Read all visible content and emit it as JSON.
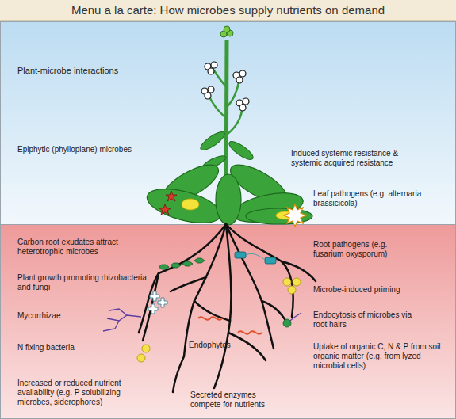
{
  "diagram": {
    "title": "Menu a la carte: How microbes supply nutrients on demand",
    "labels": [
      "Plant-microbe interactions",
      "Epiphytic (phylloplane) microbes",
      "Induced systemic resistance & systemic acquired resistance",
      "Leaf pathogens (e.g. alternaria brassicicola)",
      "Carbon root exudates attract heterotrophic microbes",
      "Root pathogens (e.g. fusarium oxysporum)",
      "Plant growth promoting rhizobacteria and fungi",
      "Microbe-induced priming",
      "Mycorrhizae",
      "Endocytosis of microbes via root hairs",
      "N fixing bacteria",
      "Endophytes",
      "Uptake of organic C, N & P from soil organic matter (e.g. from lyzed microbial cells)",
      "Increased or reduced nutrient availability (e.g. P solubilizing microbes, siderophores)",
      "Secreted enzymes compete for nutrients"
    ]
  }
}
